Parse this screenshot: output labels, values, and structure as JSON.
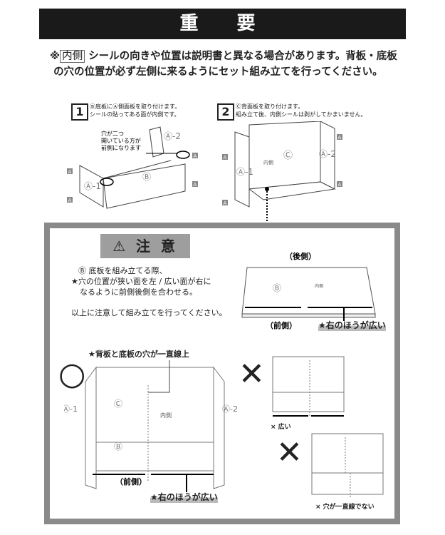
{
  "title": "重　要",
  "notice": {
    "prefix": "※",
    "tag": "内側",
    "text_line1": "シールの向きや位置は説明書と異なる場合があります。背板・底板",
    "text_line2": "の穴の位置が必ず左側に来るようにセット組み立てを行ってください。"
  },
  "steps": [
    {
      "number": "1",
      "line1": "Ⓑ底板にⒶ側面板を取り付けます。",
      "line2": "シールの貼ってある面が内側です。"
    },
    {
      "number": "2",
      "line1": "Ⓒ背面板を取り付けます。",
      "line2": "組み立て後、内側シールは剥がしてかまいません。"
    }
  ],
  "diagram1": {
    "callout": [
      "穴が二つ",
      "開いている方が",
      "前側になります"
    ],
    "label_a1": "Ⓐ-1",
    "label_a2": "Ⓐ-2",
    "label_b": "Ⓑ",
    "screw": "A"
  },
  "diagram2": {
    "label_a1": "Ⓐ-1",
    "label_a2": "Ⓐ-2",
    "label_c": "Ⓒ",
    "inner_tag": "内側",
    "screw": "A"
  },
  "caution": {
    "heading": "⚠ 注 意",
    "line1": "Ⓑ 底板を組み立てる際、",
    "line2": "★穴の位置が狭い面を左 / 広い面が右に",
    "line3": "なるように前側後側を合わせる。",
    "line4": "以上に注意して組み立てを行ってください。",
    "board": {
      "back_label": "（後側）",
      "front_label": "（前側）",
      "label_b": "Ⓑ",
      "inner_tag": "内側",
      "note": "★右のほうが広い"
    }
  },
  "correct": {
    "mark": "○",
    "top_note": "★背板と底板の穴が一直線上",
    "label_a1": "Ⓐ-1",
    "label_a2": "Ⓐ-2",
    "label_c": "Ⓒ",
    "label_b": "Ⓑ",
    "inner_tag": "内側",
    "front_label": "（前側）",
    "note": "★右のほうが広い"
  },
  "wrong": [
    {
      "mark": "✕",
      "note": "× 広い"
    },
    {
      "mark": "✕",
      "note": "× 穴が一直線でない"
    }
  ]
}
